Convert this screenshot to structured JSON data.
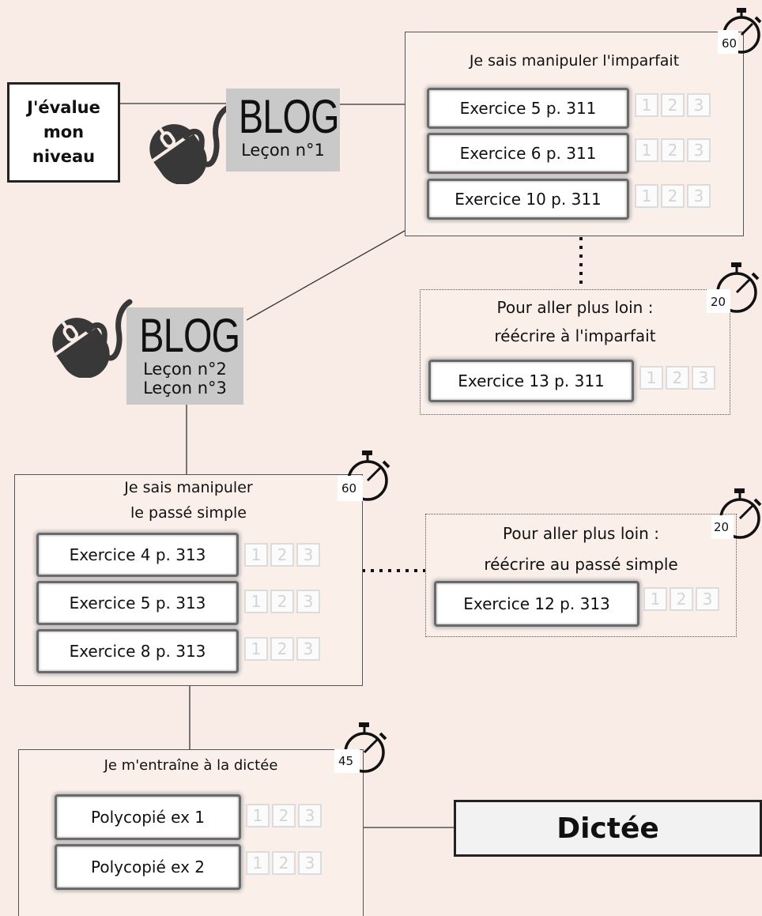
{
  "evaluate": {
    "lines": [
      "J'évalue",
      "mon",
      "niveau"
    ]
  },
  "blog1": {
    "title": "BLOG",
    "lessons": [
      "Leçon n°1"
    ]
  },
  "blog2": {
    "title": "BLOG",
    "lessons": [
      "Leçon n°2",
      "Leçon n°3"
    ]
  },
  "imparfait": {
    "title": "Je sais manipuler l'imparfait",
    "timer": "60",
    "exercises": [
      "Exercice 5 p. 311",
      "Exercice 6 p. 311",
      "Exercice 10 p. 311"
    ]
  },
  "imparfait_plus": {
    "title_lines": [
      "Pour aller plus loin :",
      "réécrire à l'imparfait"
    ],
    "timer": "20",
    "exercises": [
      "Exercice 13 p. 311"
    ]
  },
  "passe_simple": {
    "title_lines": [
      "Je sais manipuler",
      "le passé simple"
    ],
    "timer": "60",
    "exercises": [
      "Exercice 4 p. 313",
      "Exercice 5 p. 313",
      "Exercice 8 p. 313"
    ]
  },
  "passe_simple_plus": {
    "title_lines": [
      "Pour aller plus loin :",
      "réécrire au passé simple"
    ],
    "timer": "20",
    "exercises": [
      "Exercice 12 p. 313"
    ]
  },
  "dictee_prep": {
    "title": "Je m'entraîne à la dictée",
    "timer": "45",
    "exercises": [
      "Polycopié ex 1",
      "Polycopié ex 2"
    ]
  },
  "dictee": {
    "label": "Dictée"
  },
  "score_levels": [
    "1",
    "2",
    "3"
  ]
}
